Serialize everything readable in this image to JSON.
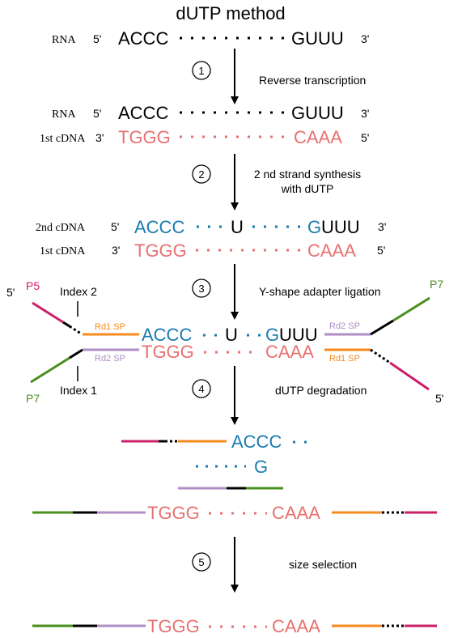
{
  "title": "dUTP method",
  "colors": {
    "rna": "#000000",
    "first_cdna": "#e97070",
    "second_cdna": "#1a7bb0",
    "rd1": "#f58a1e",
    "rd2": "#b08ec5",
    "p5": "#cc1f6a",
    "p7": "#4a8f1f",
    "index": "#000000"
  },
  "labels": {
    "five_prime": "5'",
    "three_prime": "3'",
    "rna": "RNA",
    "first_cdna": "1st cDNA",
    "second_cdna": "2nd cDNA",
    "p5": "P5",
    "p7": "P7",
    "index1": "Index 1",
    "index2": "Index 2",
    "rd1_sp": "Rd1 SP",
    "rd2_sp": "Rd2 SP"
  },
  "sequences": {
    "rna_5": "ACCC",
    "rna_3": "GUUU",
    "cdna1_5": "TGGG",
    "cdna1_3": "CAAA",
    "cdna2_5": "ACCC",
    "cdna2_u": "U",
    "cdna2_g": "G",
    "cdna2_uuu": "UUU",
    "dot": "G"
  },
  "steps": [
    {
      "number": "1",
      "label": "Reverse transcription"
    },
    {
      "number": "2",
      "label_line1": "2 nd strand synthesis",
      "label_line2": "with dUTP"
    },
    {
      "number": "3",
      "label": "Y-shape adapter ligation"
    },
    {
      "number": "4",
      "label": "dUTP degradation"
    },
    {
      "number": "5",
      "label": "size selection"
    }
  ]
}
